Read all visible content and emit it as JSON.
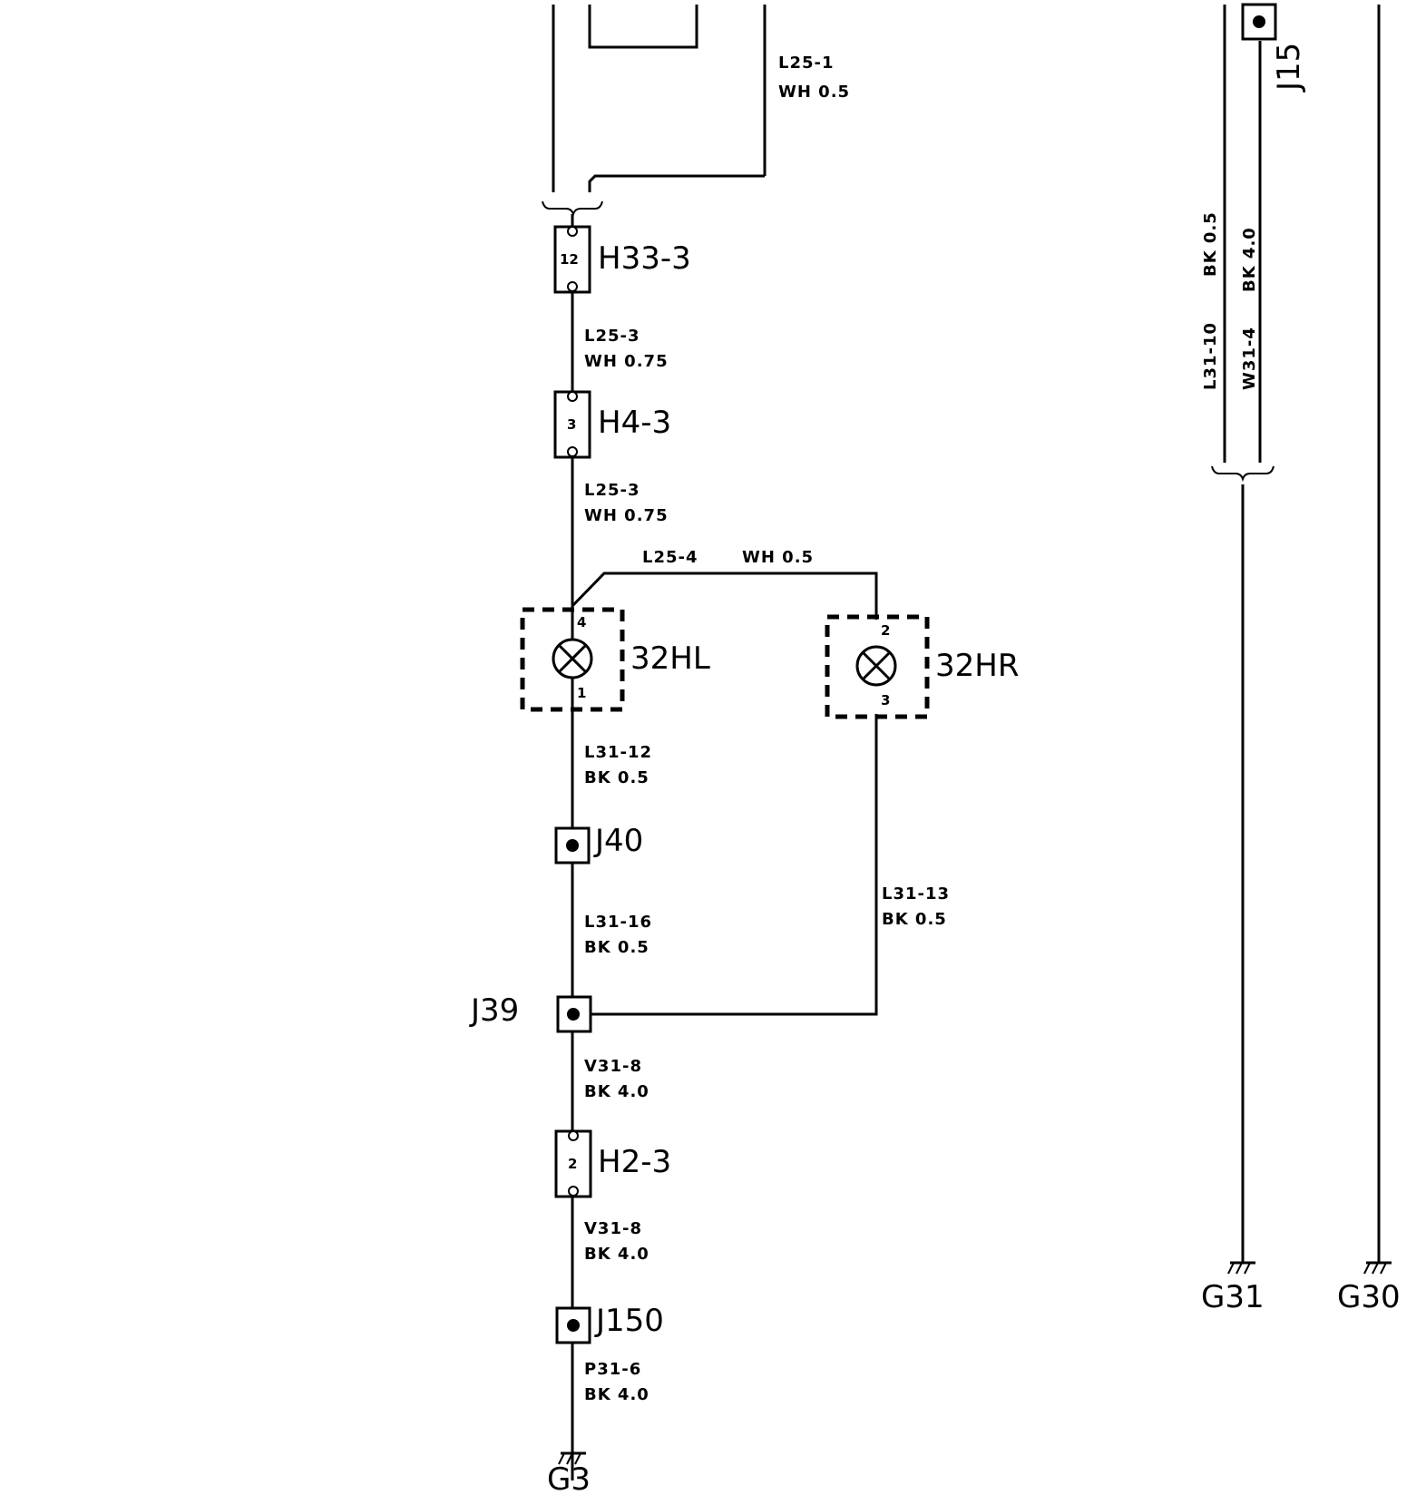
{
  "connectors": {
    "h33": {
      "id": "H33-3",
      "pin": "12"
    },
    "h4": {
      "id": "H4-3",
      "pin": "3"
    },
    "h2": {
      "id": "H2-3",
      "pin": "2"
    }
  },
  "lamps": {
    "left": {
      "id": "32HL",
      "pin_top": "4",
      "pin_bottom": "1"
    },
    "right": {
      "id": "32HR",
      "pin_top": "2",
      "pin_bottom": "3"
    }
  },
  "junctions": {
    "j40": "J40",
    "j39": "J39",
    "j150": "J150",
    "j15": "J15"
  },
  "grounds": {
    "g3": "G3",
    "g31": "G31",
    "g30": "G30"
  },
  "wires": {
    "l25_1": {
      "code": "L25-1",
      "spec": "WH 0.5"
    },
    "l25_3a": {
      "code": "L25-3",
      "spec": "WH 0.75"
    },
    "l25_3b": {
      "code": "L25-3",
      "spec": "WH 0.75"
    },
    "l25_4": {
      "code": "L25-4",
      "spec": "WH 0.5"
    },
    "l31_12": {
      "code": "L31-12",
      "spec": "BK  0.5"
    },
    "l31_16": {
      "code": "L31-16",
      "spec": "BK  0.5"
    },
    "l31_13": {
      "code": "L31-13",
      "spec": "BK  0.5"
    },
    "v31_8a": {
      "code": "V31-8",
      "spec": "BK  4.0"
    },
    "v31_8b": {
      "code": "V31-8",
      "spec": "BK  4.0"
    },
    "p31_6": {
      "code": "P31-6",
      "spec": "BK  4.0"
    },
    "l31_10": {
      "code": "L31-10",
      "spec": "BK  0.5"
    },
    "w31_4": {
      "code": "W31-4",
      "spec": "BK  4.0"
    }
  }
}
